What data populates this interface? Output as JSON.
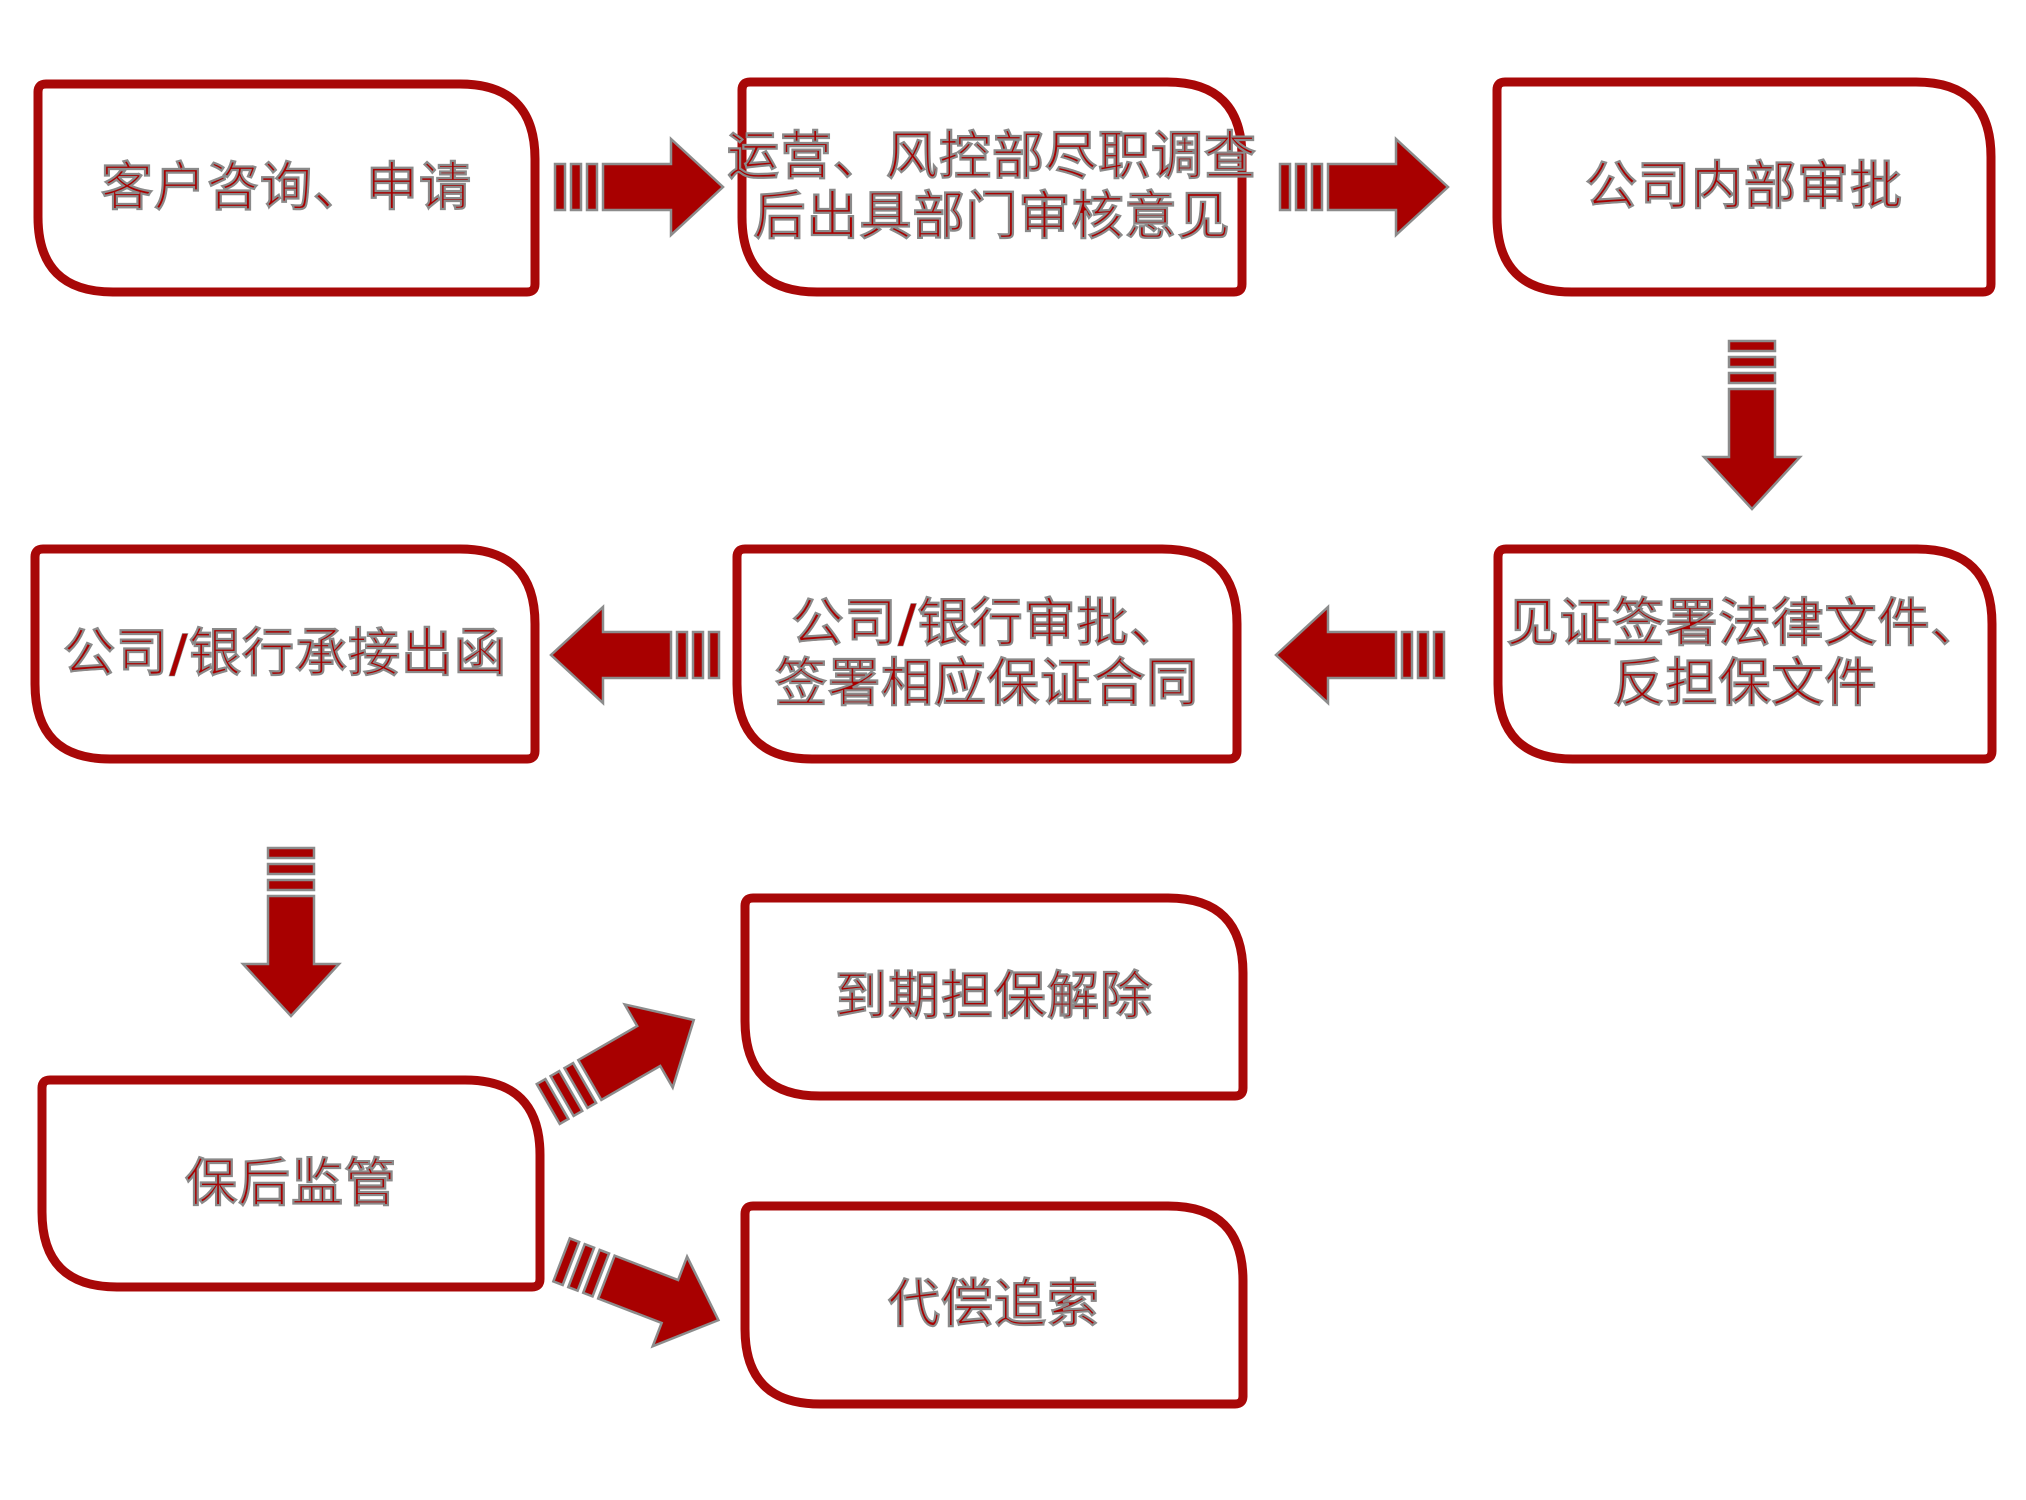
{
  "diagram": {
    "type": "flowchart",
    "theme_color": "#a80000",
    "outline_color": "#8c8c8c",
    "nodes": [
      {
        "id": "n1",
        "lines": [
          "客户咨询、申请"
        ]
      },
      {
        "id": "n2",
        "lines": [
          "运营、风控部尽职调查",
          "后出具部门审核意见"
        ]
      },
      {
        "id": "n3",
        "lines": [
          "公司内部审批"
        ]
      },
      {
        "id": "n4",
        "lines": [
          "见证签署法律文件、",
          "反担保文件"
        ]
      },
      {
        "id": "n5",
        "lines": [
          "公司/银行审批、",
          "签署相应保证合同"
        ]
      },
      {
        "id": "n6",
        "lines": [
          "公司/银行承接出函"
        ]
      },
      {
        "id": "n7",
        "lines": [
          "保后监管"
        ]
      },
      {
        "id": "n8",
        "lines": [
          "到期担保解除"
        ]
      },
      {
        "id": "n9",
        "lines": [
          "代偿追索"
        ]
      }
    ],
    "edges": [
      {
        "from": "n1",
        "to": "n2",
        "direction": "right"
      },
      {
        "from": "n2",
        "to": "n3",
        "direction": "right"
      },
      {
        "from": "n3",
        "to": "n4",
        "direction": "down"
      },
      {
        "from": "n4",
        "to": "n5",
        "direction": "left"
      },
      {
        "from": "n5",
        "to": "n6",
        "direction": "left"
      },
      {
        "from": "n6",
        "to": "n7",
        "direction": "down"
      },
      {
        "from": "n7",
        "to": "n8",
        "direction": "up-right"
      },
      {
        "from": "n7",
        "to": "n9",
        "direction": "down-right"
      }
    ]
  }
}
